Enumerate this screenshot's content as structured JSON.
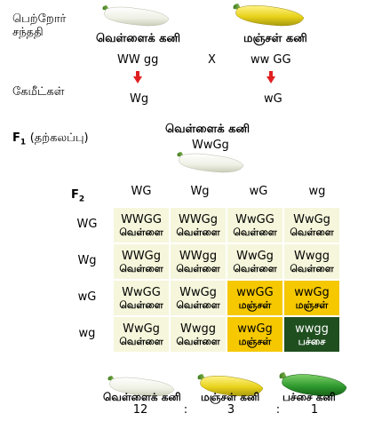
{
  "parental_label_line1": "பெற்றோர்",
  "parental_label_line2": "சந்ததி",
  "gametes_label": "கேமீட்கள்",
  "f1_label": "F",
  "f1_sub": "1",
  "f1_note": "(தற்கலப்பு)",
  "f2_label": "F",
  "f2_sub": "2",
  "parent_left": {
    "name": "வெள்ளைக் கனி",
    "genotype": "WW gg",
    "gamete": "Wg"
  },
  "cross_symbol": "X",
  "parent_right": {
    "name": "மஞ்சள் கனி",
    "genotype": "ww GG",
    "gamete": "wG"
  },
  "f1": {
    "name": "வெள்ளைக் கனி",
    "genotype": "WwGg"
  },
  "gametes_columns": [
    "WG",
    "Wg",
    "wG",
    "wg"
  ],
  "gametes_rows": [
    "WG",
    "Wg",
    "wG",
    "wg"
  ],
  "grid": [
    [
      {
        "g": "WWGG",
        "p": "வெள்ளை",
        "c": "white"
      },
      {
        "g": "WWGg",
        "p": "வெள்ளை",
        "c": "white"
      },
      {
        "g": "WwGG",
        "p": "வெள்ளை",
        "c": "white"
      },
      {
        "g": "WwGg",
        "p": "வெள்ளை",
        "c": "white"
      }
    ],
    [
      {
        "g": "WWGg",
        "p": "வெள்ளை",
        "c": "white"
      },
      {
        "g": "WWgg",
        "p": "வெள்ளை",
        "c": "white"
      },
      {
        "g": "WwGg",
        "p": "வெள்ளை",
        "c": "white"
      },
      {
        "g": "Wwgg",
        "p": "வெள்ளை",
        "c": "white"
      }
    ],
    [
      {
        "g": "WwGG",
        "p": "வெள்ளை",
        "c": "white"
      },
      {
        "g": "WwGg",
        "p": "வெள்ளை",
        "c": "white"
      },
      {
        "g": "wwGG",
        "p": "மஞ்சள்",
        "c": "yellow"
      },
      {
        "g": "wwGg",
        "p": "மஞ்சள்",
        "c": "yellow"
      }
    ],
    [
      {
        "g": "WwGg",
        "p": "வெள்ளை",
        "c": "white"
      },
      {
        "g": "Wwgg",
        "p": "வெள்ளை",
        "c": "white"
      },
      {
        "g": "wwGg",
        "p": "மஞ்சள்",
        "c": "yellow"
      },
      {
        "g": "wwgg",
        "p": "பச்சை",
        "c": "green"
      }
    ]
  ],
  "ratio": {
    "labels": [
      "வெள்ளைக் கனி",
      "மஞ்சள் கனி",
      "பச்சை கனி"
    ],
    "values": [
      "12",
      "3",
      "1"
    ],
    "separator": ":"
  },
  "colors": {
    "white_cell": "#f6f6dc",
    "yellow_cell": "#f5c800",
    "green_cell": "#1f4e1f",
    "arrow": "#e02020"
  }
}
